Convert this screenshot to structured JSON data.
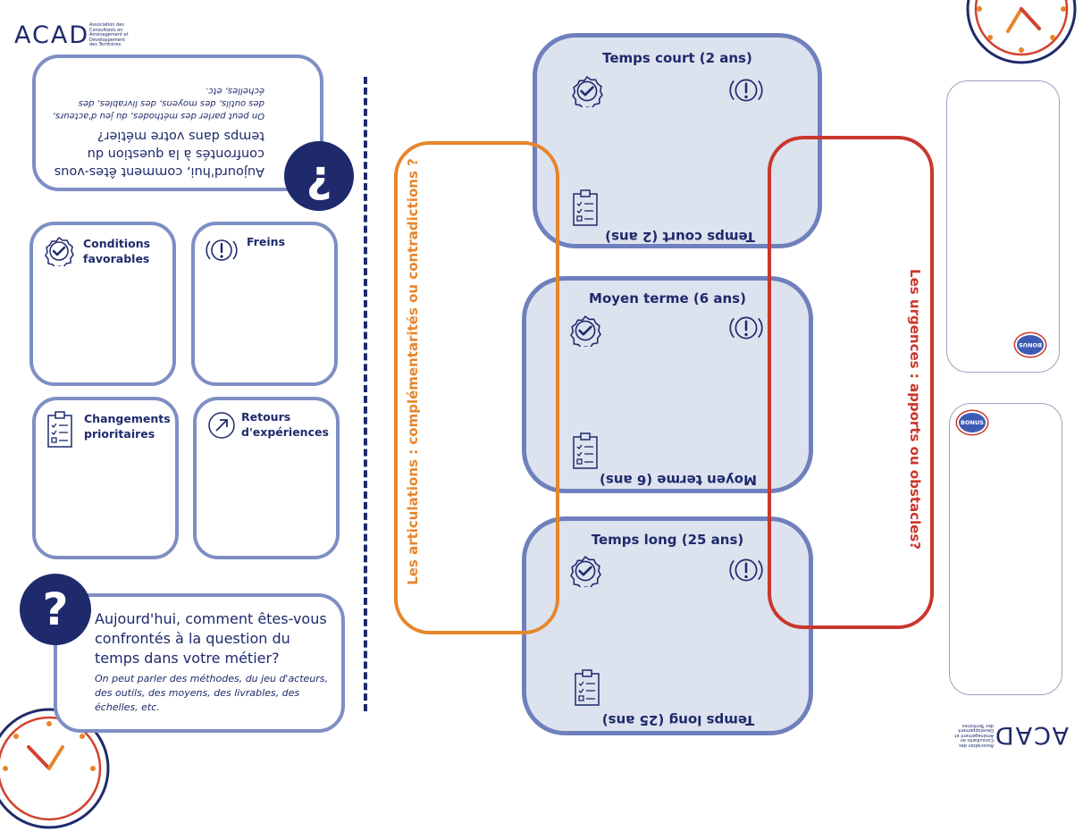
{
  "logo": {
    "text": "ACAD",
    "tagline": [
      "Association des",
      "Consultants en",
      "Aménagement et",
      "Développement",
      "des Territoires"
    ]
  },
  "question": {
    "text": "Aujourd'hui, comment êtes-vous confrontés à la question du temps dans votre métier?",
    "sub": "On peut parler des méthodes, du jeu d'acteurs, des outils, des moyens, des livrables, des échelles, etc.",
    "icon_upright": "?",
    "icon_inverted": "¿"
  },
  "cards": {
    "conditions": "Conditions favorables",
    "freins": "Freins",
    "changements": "Changements prioritaires",
    "retours": "Retours d'expériences"
  },
  "timeframes": {
    "court": "Temps court (2 ans)",
    "moyen": "Moyen terme (6 ans)",
    "long": "Temps long (25 ans)"
  },
  "articulations_label": "Les articulations : complémentarités ou contradictions ?",
  "urgences_label": "Les urgences : apports ou obstacles?",
  "bonus": "BONUS",
  "colors": {
    "navy": "#1e2a6b",
    "card_border": "#7f8ec4",
    "fill": "#dde2ef",
    "orange": "#e6862c",
    "red": "#c9372c",
    "clock_red": "#d1432f"
  }
}
